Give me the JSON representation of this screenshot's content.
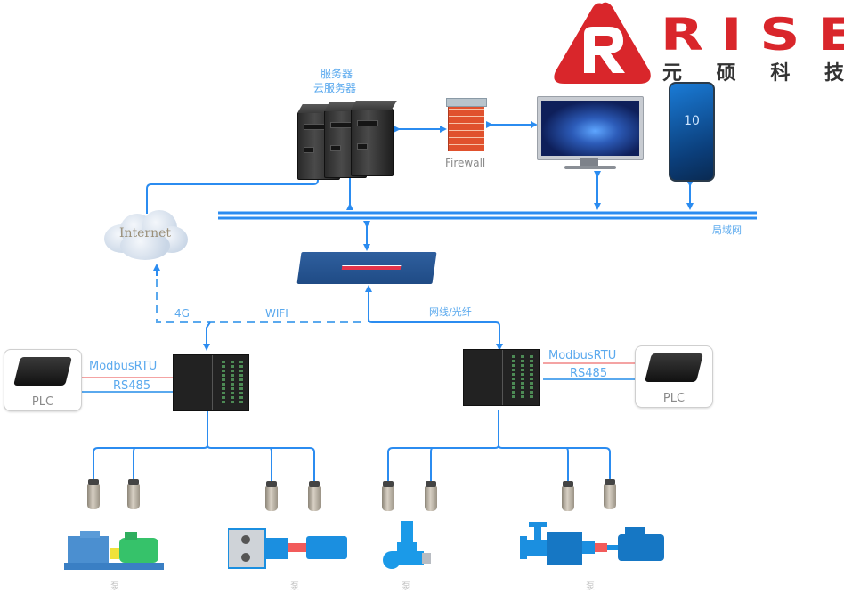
{
  "brand": {
    "wordmark": "RISE",
    "cn_chars": [
      "元",
      "硕",
      "科",
      "技"
    ],
    "color": "#d9262b"
  },
  "nodes": {
    "server": {
      "label_line1": "服务器",
      "label_line2": "云服务器",
      "icon": "server-rack-icon"
    },
    "firewall": {
      "label": "Firewall",
      "icon": "firewall-icon"
    },
    "monitor": {
      "icon": "monitor-dashboard-icon"
    },
    "phone": {
      "screen_text": "10",
      "icon": "smartphone-icon"
    },
    "internet": {
      "label": "Internet",
      "icon": "cloud-icon"
    },
    "lan": {
      "label": "局域网"
    },
    "router": {
      "icon": "network-switch-icon"
    },
    "left_gateway": {
      "icon": "gateway-device-icon"
    },
    "right_gateway": {
      "icon": "gateway-device-icon"
    },
    "left_plc": {
      "label": "PLC",
      "icon": "plc-icon"
    },
    "right_plc": {
      "label": "PLC",
      "icon": "plc-icon"
    }
  },
  "links": {
    "cellular": "4G",
    "wifi": "WIFI",
    "wired": "网线/光纤",
    "left_protocol": "ModbusRTU",
    "left_bus": "RS485",
    "right_protocol": "ModbusRTU",
    "right_bus": "RS485"
  },
  "equipment": [
    {
      "icon": "motor-pump-unit-icon",
      "caption": "泵"
    },
    {
      "icon": "screw-pump-icon",
      "caption": "泵"
    },
    {
      "icon": "vertical-pump-icon",
      "caption": "泵"
    },
    {
      "icon": "centrifugal-pump-icon",
      "caption": "泵"
    }
  ],
  "colors": {
    "wire": "#2b8cf0",
    "wire_light": "#8fc4fb",
    "rs485_red": "#f4a3a3",
    "label_blue": "#5aa9ee"
  }
}
